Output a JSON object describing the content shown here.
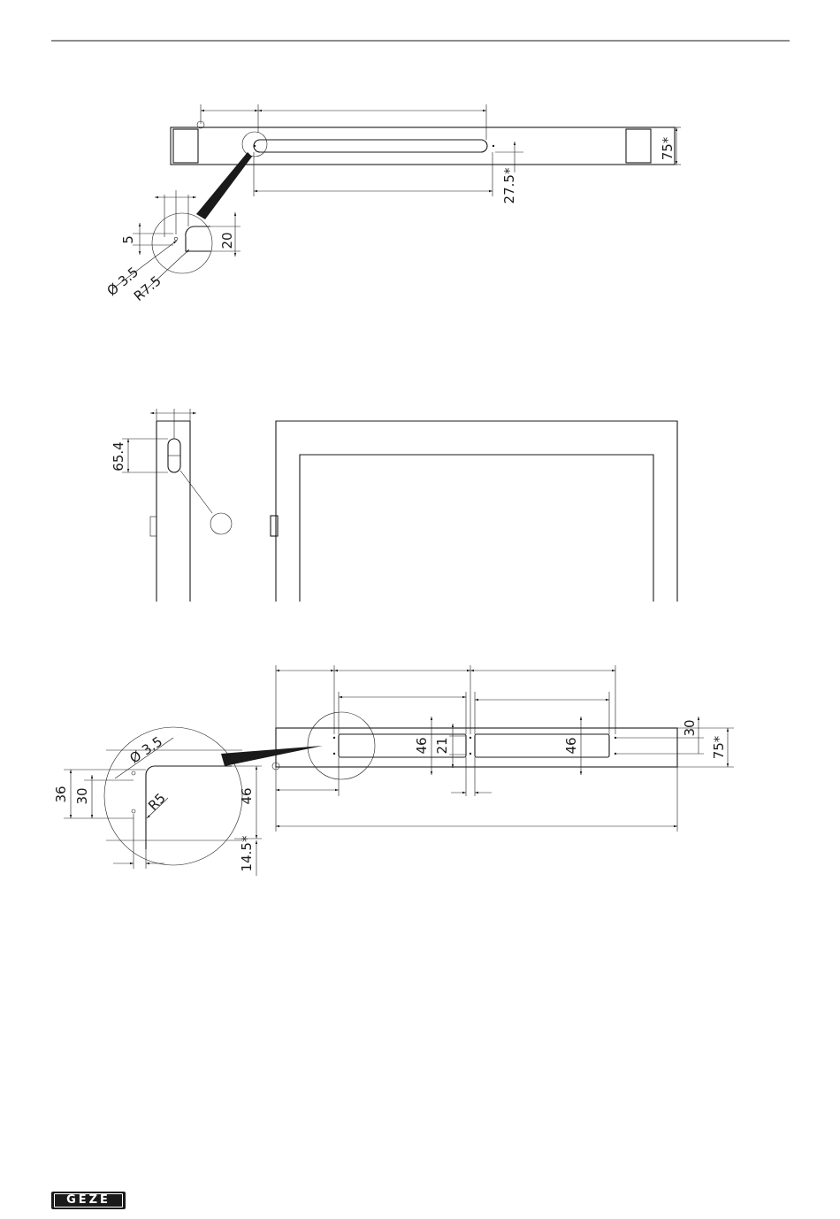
{
  "drawing_labels": {
    "top_view": {
      "height_75": "75*",
      "offset_27_5": "27.5*"
    },
    "detail_a": {
      "dim_5": "5",
      "dim_20": "20",
      "diameter": "Ø 3.5",
      "radius": "R7.5"
    },
    "side_view": {
      "dim_65_4": "65.4"
    },
    "bottom_view": {
      "dim_46_left": "46",
      "dim_21": "21",
      "dim_46_right": "46",
      "dim_30": "30",
      "dim_75": "75*"
    },
    "detail_b": {
      "diameter": "Ø 3.5",
      "dim_36": "36",
      "dim_30": "30",
      "radius": "R5",
      "dim_46": "46",
      "dim_14_5": "14.5*"
    }
  },
  "footer": {
    "brand": "GEZE"
  }
}
